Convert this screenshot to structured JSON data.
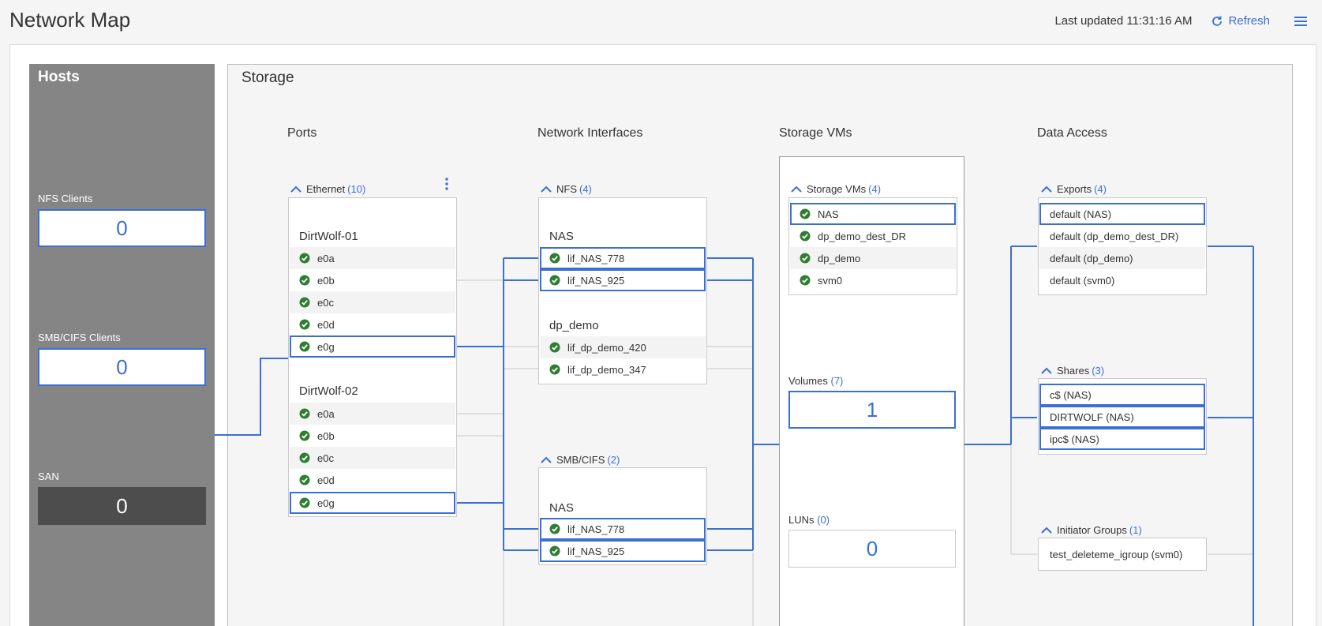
{
  "header": {
    "title": "Network Map",
    "last_updated": "Last updated 11:31:16 AM",
    "refresh_label": "Refresh"
  },
  "colors": {
    "accent": "#3b6fd4",
    "ok": "#2e7d32",
    "hosts_bg": "#858585"
  },
  "hosts": {
    "title": "Hosts",
    "nfs_label": "NFS Clients",
    "nfs_value": "0",
    "smb_label": "SMB/CIFS Clients",
    "smb_value": "0",
    "san_label": "SAN",
    "san_value": "0"
  },
  "storage": {
    "title": "Storage",
    "columns": {
      "ports": "Ports",
      "interfaces": "Network Interfaces",
      "svms": "Storage VMs",
      "access": "Data Access"
    },
    "ethernet": {
      "label": "Ethernet",
      "count": "(10)"
    },
    "node1": {
      "name": "DirtWolf-01",
      "ports": [
        "e0a",
        "e0b",
        "e0c",
        "e0d",
        "e0g"
      ]
    },
    "node2": {
      "name": "DirtWolf-02",
      "ports": [
        "e0a",
        "e0b",
        "e0c",
        "e0d",
        "e0g"
      ]
    },
    "nfs": {
      "label": "NFS",
      "count": "(4)",
      "svm1": {
        "name": "NAS",
        "lifs": [
          "lif_NAS_778",
          "lif_NAS_925"
        ]
      },
      "svm2": {
        "name": "dp_demo",
        "lifs": [
          "lif_dp_demo_420",
          "lif_dp_demo_347"
        ]
      }
    },
    "smb": {
      "label": "SMB/CIFS",
      "count": "(2)",
      "svm1": {
        "name": "NAS",
        "lifs": [
          "lif_NAS_778",
          "lif_NAS_925"
        ]
      }
    },
    "svms": {
      "label": "Storage VMs",
      "count": "(4)",
      "items": [
        "NAS",
        "dp_demo_dest_DR",
        "dp_demo",
        "svm0"
      ]
    },
    "volumes": {
      "label": "Volumes",
      "count": "(7)",
      "value": "1"
    },
    "luns": {
      "label": "LUNs",
      "count": "(0)",
      "value": "0"
    },
    "exports": {
      "label": "Exports",
      "count": "(4)",
      "items": [
        "default (NAS)",
        "default (dp_demo_dest_DR)",
        "default (dp_demo)",
        "default (svm0)"
      ]
    },
    "shares": {
      "label": "Shares",
      "count": "(3)",
      "items": [
        "c$ (NAS)",
        "DIRTWOLF (NAS)",
        "ipc$ (NAS)"
      ]
    },
    "igroups": {
      "label": "Initiator Groups",
      "count": "(1)",
      "items": [
        "test_deleteme_igroup (svm0)"
      ]
    }
  }
}
